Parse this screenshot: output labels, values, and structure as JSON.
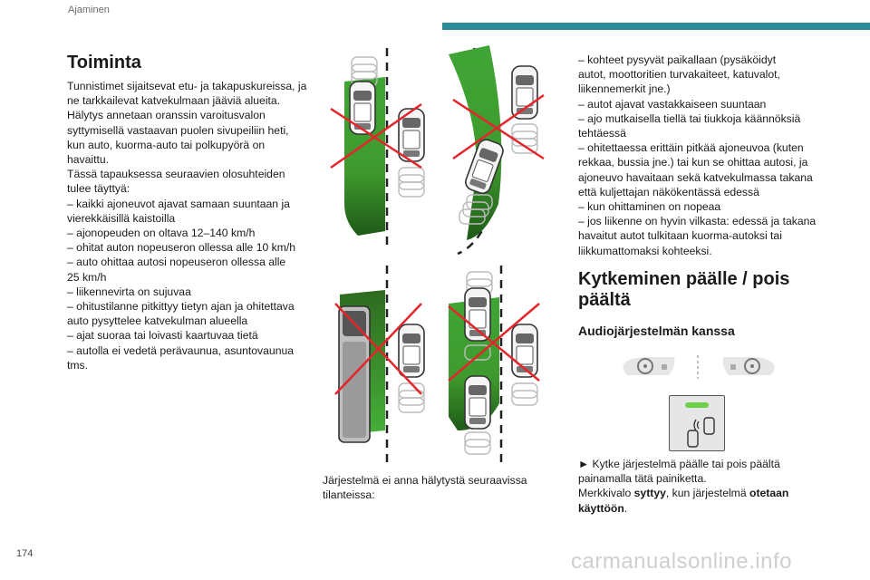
{
  "header": {
    "section": "Ajaminen",
    "accent_color": "#2d8a97"
  },
  "page_number": "174",
  "watermark": "carmanualsonline.info",
  "left_column": {
    "title": "Toiminta",
    "lines": [
      "Tunnistimet sijaitsevat etu- ja takapuskureissa, ja",
      "ne tarkkailevat katvekulmaan jääviä alueita.",
      "Hälytys annetaan oranssin varoitusvalon",
      "syttymisellä vastaavan puolen sivupeiliin heti,",
      "kun auto, kuorma-auto tai polkupyörä on",
      "havaittu.",
      "Tässä tapauksessa seuraavien olosuhteiden",
      "tulee täyttyä:",
      "–  kaikki ajoneuvot ajavat samaan suuntaan ja",
      "vierekkäisillä kaistoilla",
      "–  ajonopeuden on oltava 12–140 km/h",
      "–  ohitat auton nopeuseron ollessa alle 10 km/h",
      "–  auto ohittaa autosi nopeuseron ollessa alle",
      "25 km/h",
      "–  liikennevirta on sujuvaa",
      "–  ohitustilanne pitkittyy tietyn ajan ja ohitettava",
      "auto pysyttelee katvekulman alueella",
      "–  ajat suoraa tai loivasti kaartuvaa tietä",
      "–  autolla ei vedetä perävaunua, asuntovaunua",
      "tms."
    ]
  },
  "caption": {
    "line1": "Järjestelmä ei anna hälytystä seuraavissa",
    "line2": "tilanteissa:"
  },
  "right_column": {
    "lines": [
      "–  kohteet pysyvät paikallaan (pysäköidyt",
      "autot, moottoritien turvakaiteet, katuvalot,",
      "liikennemerkit jne.)",
      "–  autot ajavat vastakkaiseen suuntaan",
      "–  ajo mutkaisella tiellä tai tiukkoja käännöksiä",
      "tehtäessä",
      "–  ohitettaessa erittäin pitkää ajoneuvoa (kuten",
      "rekkaa, bussia jne.) tai kun se ohittaa autosi, ja",
      "ajoneuvo havaitaan sekä katvekulmassa takana",
      "että kuljettajan näkökentässä edessä",
      "–  kun ohittaminen on nopeaa",
      "–  jos liikenne on hyvin vilkasta: edessä ja takana",
      "havaitut autot tulkitaan kuorma-autoksi tai",
      "liikkumattomaksi kohteeksi."
    ],
    "title": "Kytkeminen päälle / pois päältä",
    "subtitle": "Audiojärjestelmän kanssa",
    "instruction_prefix": "►  Kytke järjestelmä päälle tai pois päältä",
    "instruction_line2": "painamalla tätä painiketta.",
    "status_a": "Merkkivalo ",
    "status_b": "syttyy",
    "status_c": ", kun järjestelmä ",
    "status_d": "otetaan",
    "status_e": "käyttöön",
    "status_f": "."
  },
  "colors": {
    "zone_green": "#3fa535",
    "cross_red": "#e3262c",
    "button_led": "#6dcf4a"
  }
}
